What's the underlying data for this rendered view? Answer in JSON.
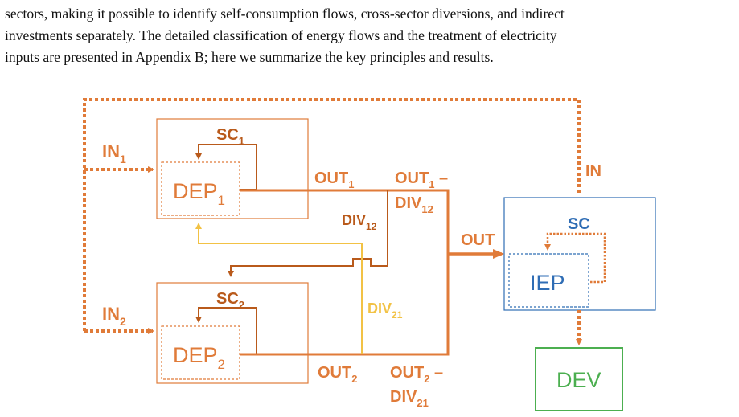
{
  "paragraph": {
    "line1": "sectors, making it possible to identify self-consumption flows, cross-sector diversions, and indirect",
    "line2": "investments separately.  The detailed classification of energy flows and the treatment of electricity",
    "line3": "inputs are presented in Appendix B; here we summarize the key principles and results."
  },
  "diagram": {
    "colors": {
      "orange": "#e07b39",
      "dark_orange": "#b95a1b",
      "yellow": "#f2c245",
      "blue": "#2f6db5",
      "green": "#4caf50"
    },
    "boxes": {
      "dep1": {
        "main": "DEP",
        "sub": "1"
      },
      "dep2": {
        "main": "DEP",
        "sub": "2"
      },
      "iep": {
        "main": "IEP"
      },
      "dev": {
        "main": "DEV"
      }
    },
    "labels": {
      "in1": {
        "main": "IN",
        "sub": "1"
      },
      "in2": {
        "main": "IN",
        "sub": "2"
      },
      "in": "IN",
      "sc1": {
        "main": "SC",
        "sub": "1"
      },
      "sc2": {
        "main": "SC",
        "sub": "2"
      },
      "sc": "SC",
      "out1": {
        "main": "OUT",
        "sub": "1"
      },
      "out2": {
        "main": "OUT",
        "sub": "2"
      },
      "out": "OUT",
      "out1_div12": {
        "main": "OUT",
        "sub": "1",
        "dash": " –",
        "div": "DIV",
        "div_sub": "12"
      },
      "out2_div21": {
        "main": "OUT",
        "sub": "2",
        "dash": " –",
        "div": "DIV",
        "div_sub": "21"
      },
      "div12": {
        "main": "DIV",
        "sub": "12"
      },
      "div21": {
        "main": "DIV",
        "sub": "21"
      }
    }
  }
}
